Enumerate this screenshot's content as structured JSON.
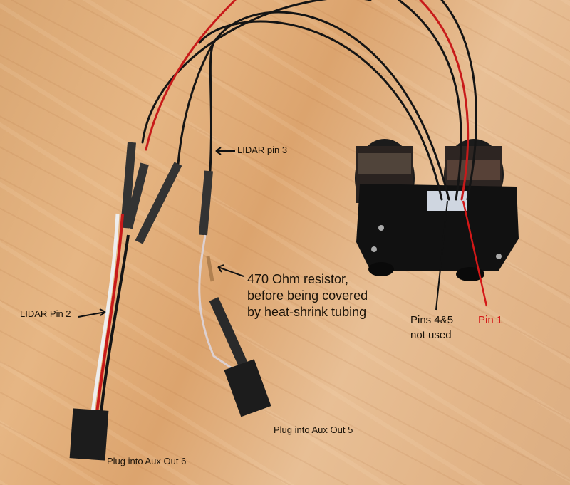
{
  "image": {
    "subject": "LIDAR sensor wiring harness on wooden table",
    "background_color": "#e0b07e"
  },
  "annotations": {
    "lidar_pin3": "LIDAR pin 3",
    "resistor_line1": "470 Ohm resistor,",
    "resistor_line2": "before being covered",
    "resistor_line3": "by heat-shrink tubing",
    "lidar_pin2": "LIDAR Pin 2",
    "pins_4_5_line1": "Pins 4&5",
    "pins_4_5_line2": "not used",
    "pin1": "Pin 1",
    "aux_out_5": "Plug into Aux Out 5",
    "aux_out_6": "Plug into Aux Out 6"
  },
  "colors": {
    "label_text": "#1a1208",
    "pin1_red": "#d41818",
    "wire_black": "#151515",
    "wire_red": "#c81a1a",
    "wire_white": "#eeeeee",
    "sensor_body": "#121212"
  }
}
